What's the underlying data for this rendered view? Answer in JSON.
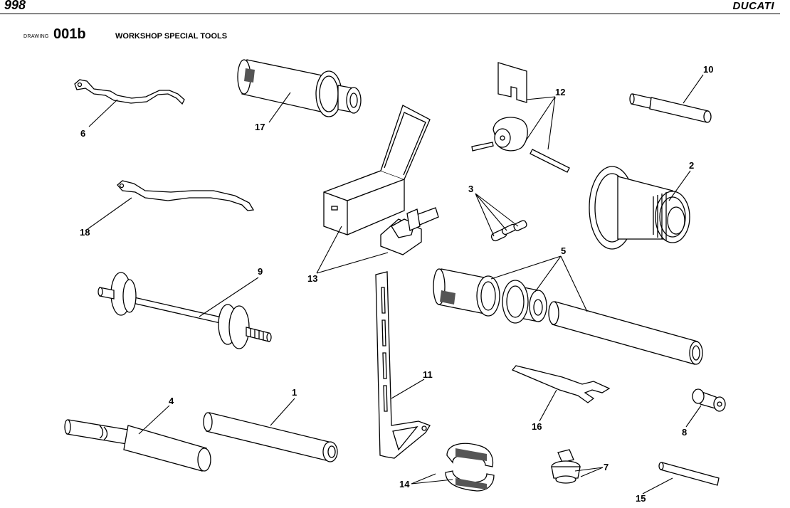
{
  "header": {
    "model": "998",
    "brand": "DUCATI"
  },
  "drawing": {
    "label": "DRAWING",
    "number": "001b",
    "title": "WORKSHOP SPECIAL TOOLS"
  },
  "callouts": [
    {
      "id": "6",
      "text": "6"
    },
    {
      "id": "17",
      "text": "17"
    },
    {
      "id": "12",
      "text": "12"
    },
    {
      "id": "10",
      "text": "10"
    },
    {
      "id": "2",
      "text": "2"
    },
    {
      "id": "3",
      "text": "3"
    },
    {
      "id": "18",
      "text": "18"
    },
    {
      "id": "13",
      "text": "13"
    },
    {
      "id": "9",
      "text": "9"
    },
    {
      "id": "5",
      "text": "5"
    },
    {
      "id": "11",
      "text": "11"
    },
    {
      "id": "4",
      "text": "4"
    },
    {
      "id": "1",
      "text": "1"
    },
    {
      "id": "16",
      "text": "16"
    },
    {
      "id": "8",
      "text": "8"
    },
    {
      "id": "14",
      "text": "14"
    },
    {
      "id": "7",
      "text": "7"
    },
    {
      "id": "15",
      "text": "15"
    }
  ]
}
